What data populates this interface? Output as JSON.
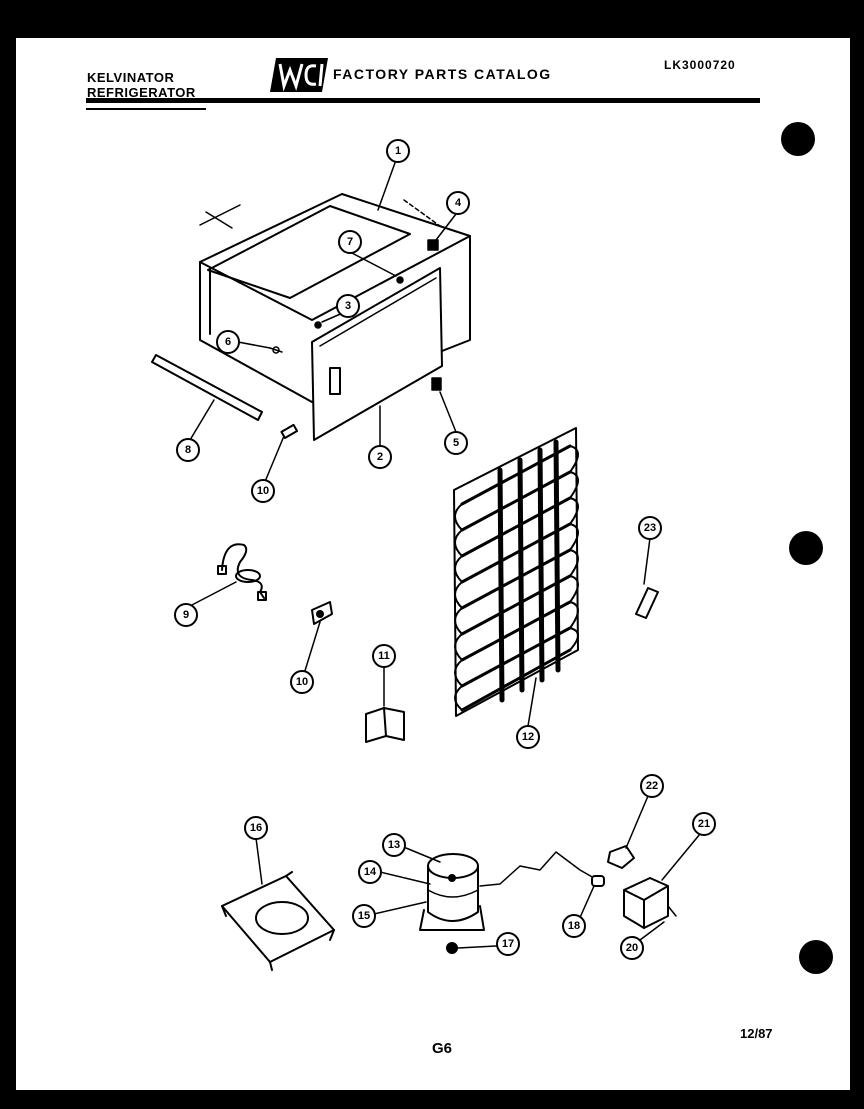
{
  "header": {
    "brand_line1": "KELVINATOR",
    "brand_line2": "REFRIGERATOR",
    "logo_text": "WCI",
    "catalog_title": "FACTORY PARTS CATALOG",
    "model_number": "LK3000720"
  },
  "footer": {
    "page_label": "G6",
    "date": "12/87"
  },
  "callouts": [
    "1",
    "2",
    "3",
    "4",
    "5",
    "6",
    "7",
    "8",
    "9",
    "10",
    "10",
    "11",
    "12",
    "13",
    "14",
    "15",
    "16",
    "17",
    "18",
    "20",
    "21",
    "22",
    "23"
  ],
  "colors": {
    "ink": "#000000",
    "paper": "#ffffff"
  }
}
